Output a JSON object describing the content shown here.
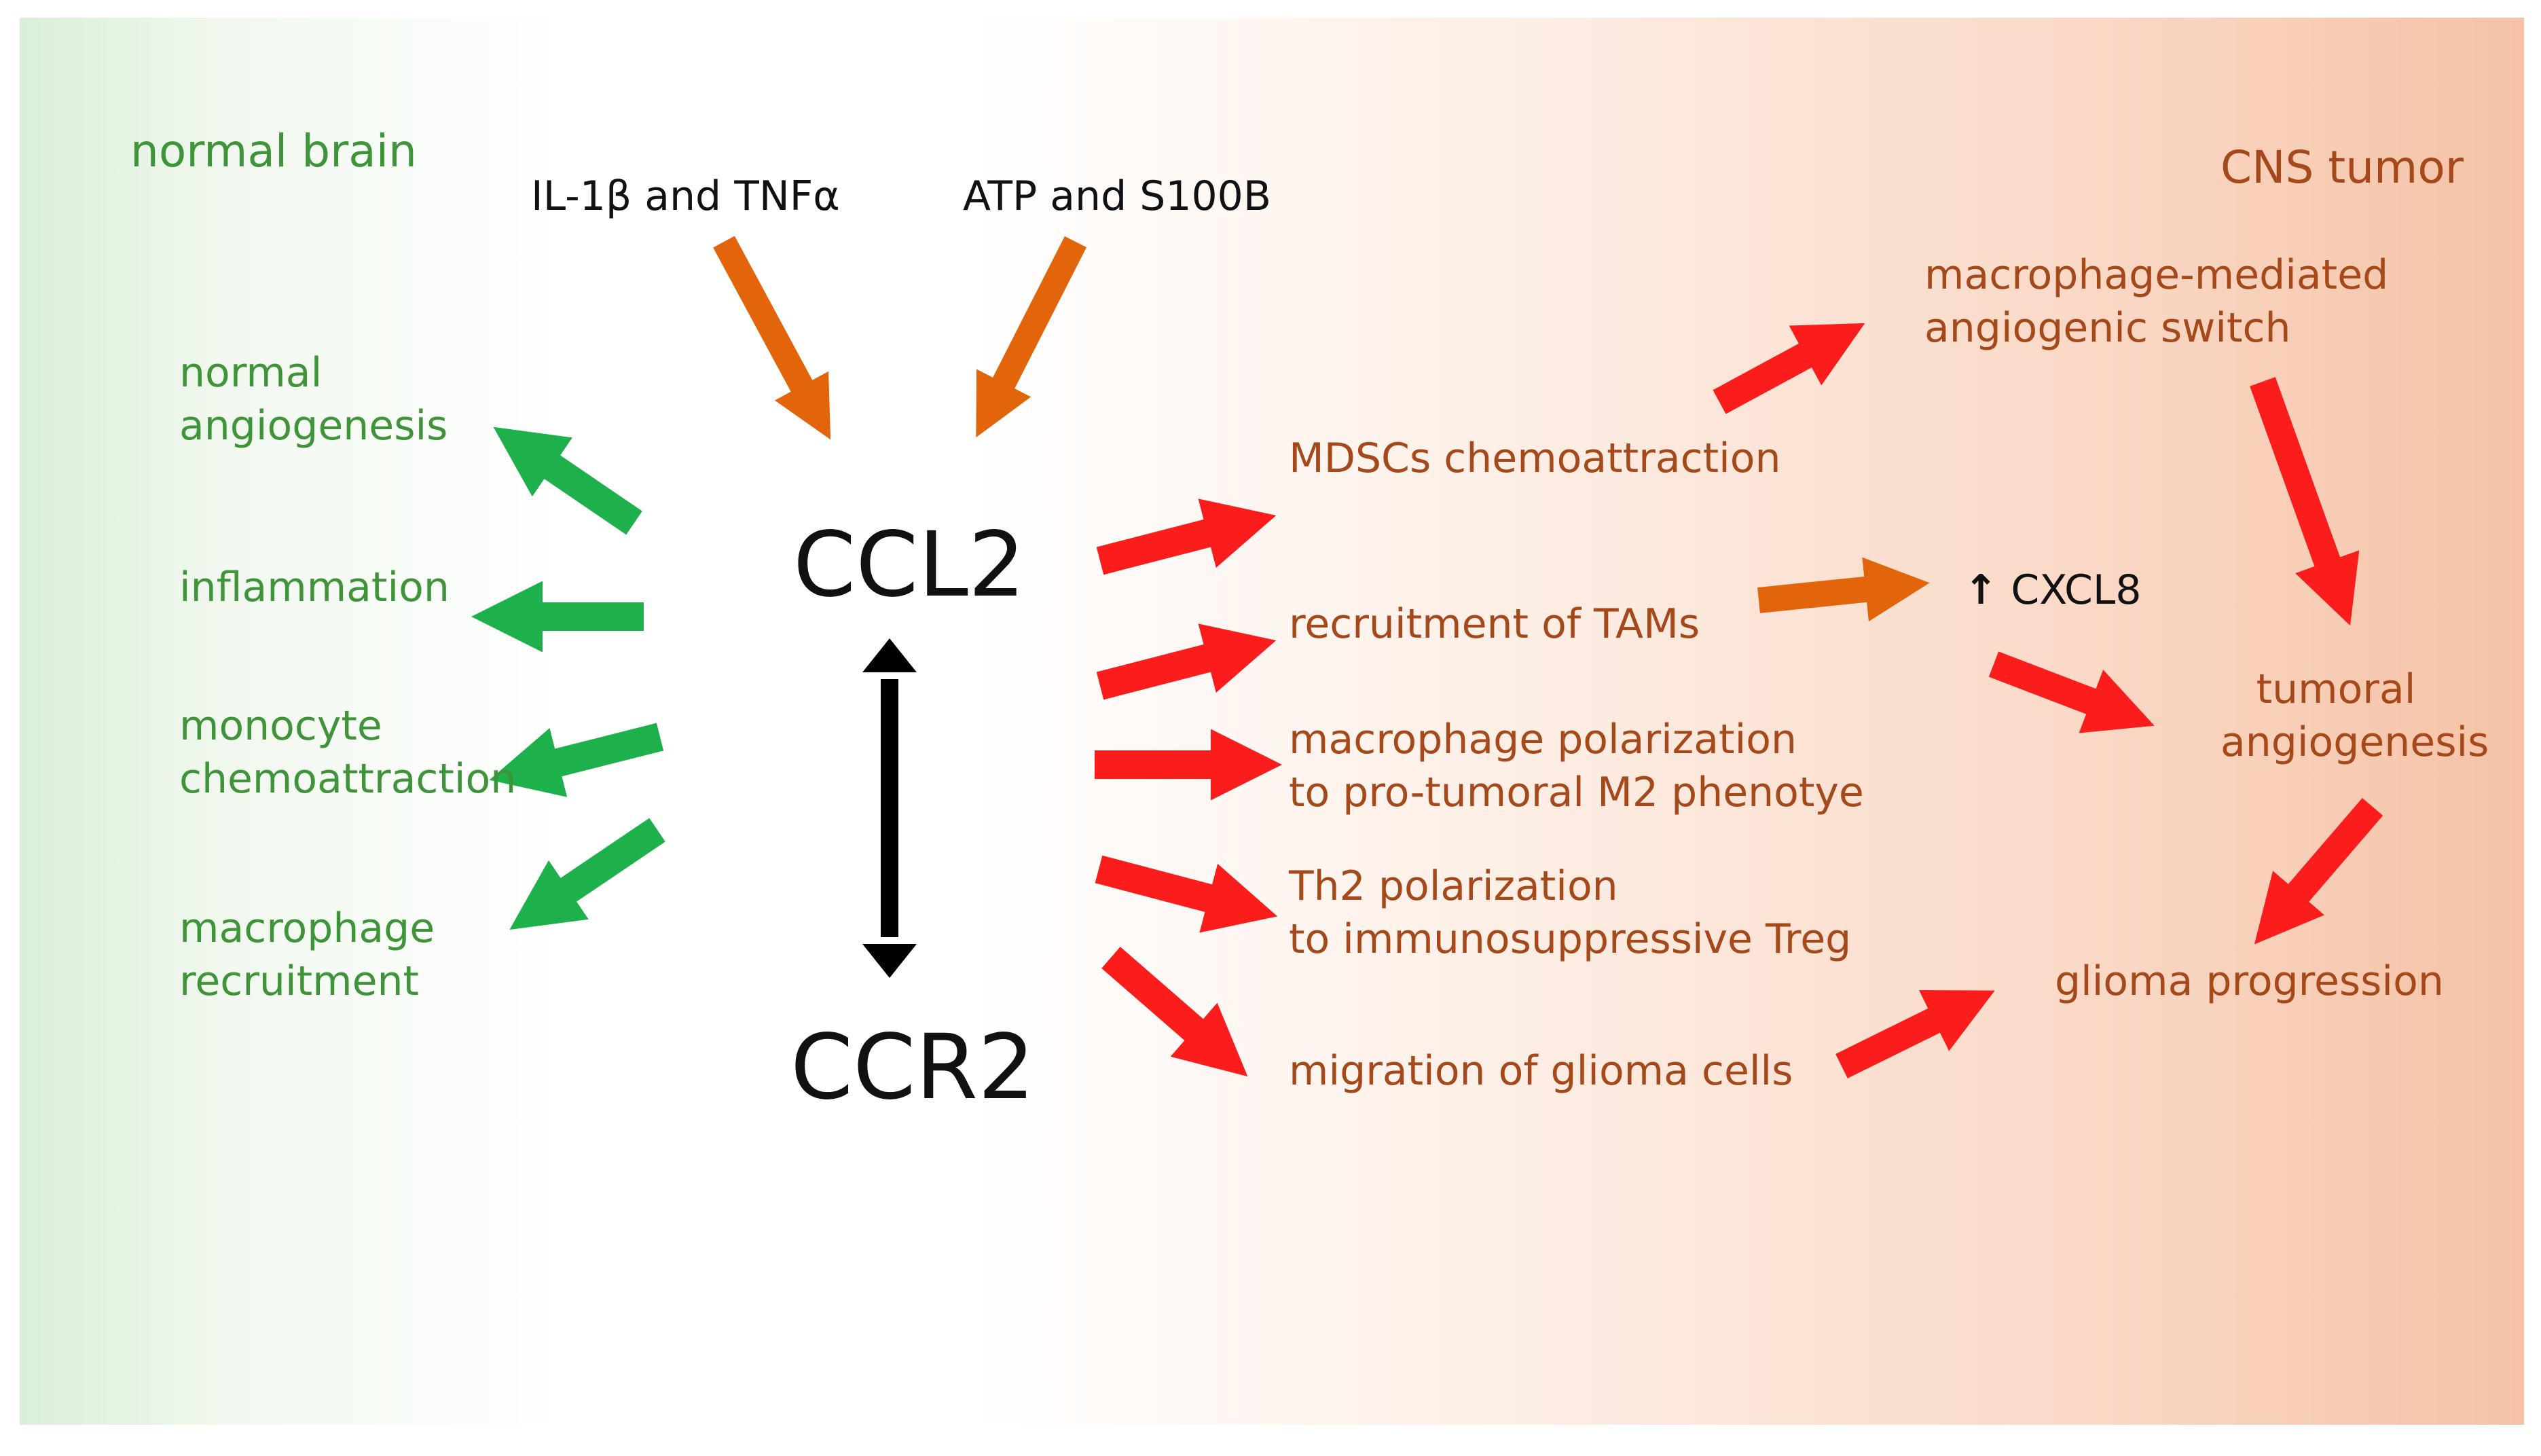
{
  "labels": {
    "normal_brain": "normal brain",
    "cns_tumor": "CNS tumor",
    "il1b_tnfa": "IL-1β and TNFα",
    "atp_s100b": "ATP and S100B",
    "ccl2": "CCL2",
    "ccr2": "CCR2",
    "cxcl8": "CXCL8",
    "cxcl8_arrow": "↑"
  },
  "left_effects": [
    [
      "normal",
      "angiogenesis"
    ],
    [
      "inflammation"
    ],
    [
      "monocyte",
      "chemoattraction"
    ],
    [
      "macrophage",
      "recruitment"
    ]
  ],
  "right_effects": [
    [
      "MDSCs chemoattraction"
    ],
    [
      "recruitment of TAMs"
    ],
    [
      "macrophage polarization",
      "to pro-tumoral M2 phenotye"
    ],
    [
      "Th2 polarization",
      "to immunosuppressive Treg"
    ],
    [
      "migration of glioma cells"
    ]
  ],
  "tumor_nodes": {
    "angiogenic_switch": [
      "macrophage-mediated",
      "angiogenic switch"
    ],
    "tumoral_angiogenesis": [
      "tumoral",
      "angiogenesis"
    ],
    "glioma_progression": "glioma progression"
  },
  "colors": {
    "green": "#1db04b",
    "orange": "#e3650b",
    "red": "#fb1c1c",
    "black": "#000000",
    "normal_text": "#3f9439",
    "tumor_text": "#a5481a"
  }
}
